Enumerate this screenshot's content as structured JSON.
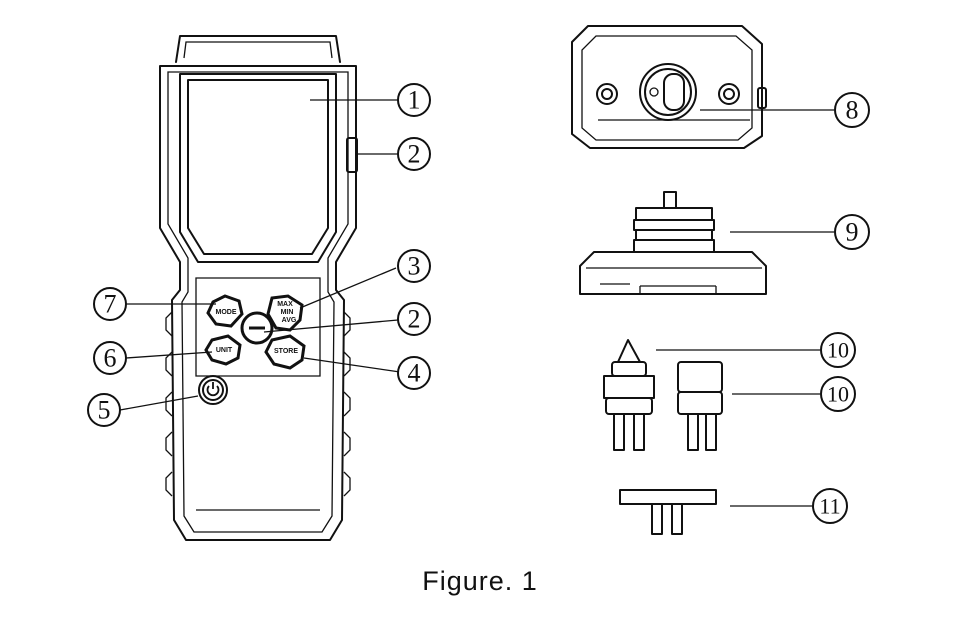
{
  "figure": {
    "caption": "Figure. 1"
  },
  "buttons": {
    "mode": "MODE",
    "max": "MAX",
    "min": "MIN",
    "avg": "AVG",
    "unit": "UNIT",
    "store": "STORE"
  },
  "callouts": [
    {
      "id": "c1",
      "label": "1"
    },
    {
      "id": "c2a",
      "label": "2"
    },
    {
      "id": "c3",
      "label": "3"
    },
    {
      "id": "c2b",
      "label": "2"
    },
    {
      "id": "c4",
      "label": "4"
    },
    {
      "id": "c5",
      "label": "5"
    },
    {
      "id": "c6",
      "label": "6"
    },
    {
      "id": "c7",
      "label": "7"
    },
    {
      "id": "c8",
      "label": "8"
    },
    {
      "id": "c9",
      "label": "9"
    },
    {
      "id": "c10a",
      "label": "10"
    },
    {
      "id": "c10b",
      "label": "10"
    },
    {
      "id": "c11",
      "label": "11"
    }
  ]
}
